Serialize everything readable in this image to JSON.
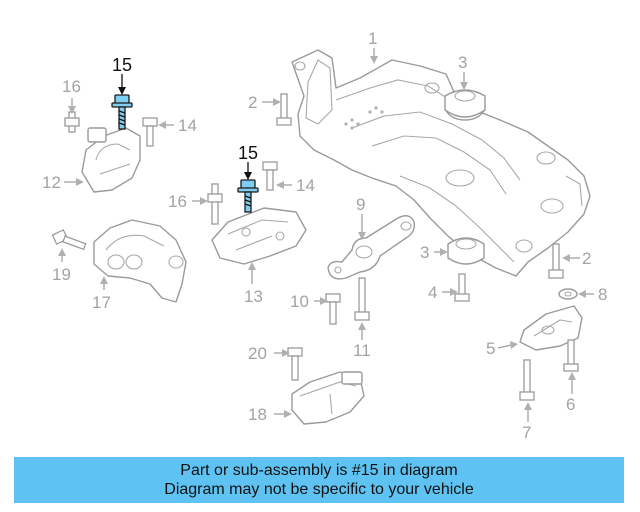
{
  "callouts": {
    "c1": "1",
    "c2a": "2",
    "c2b": "2",
    "c3a": "3",
    "c3b": "3",
    "c4": "4",
    "c5": "5",
    "c6": "6",
    "c7": "7",
    "c8": "8",
    "c9": "9",
    "c10": "10",
    "c11": "11",
    "c12": "12",
    "c13": "13",
    "c14a": "14",
    "c14b": "14",
    "c15a": "15",
    "c15b": "15",
    "c16a": "16",
    "c16b": "16",
    "c17": "17",
    "c18": "18",
    "c19": "19",
    "c20": "20"
  },
  "highlighted_part": "15",
  "colors": {
    "highlight_fill": "#7fcdf0",
    "banner_bg": "#5ec3f3",
    "line_gray": "#9a9a9a"
  },
  "banner": {
    "line1": "Part or sub-assembly is #15 in diagram",
    "line2": "Diagram may not be specific to your vehicle"
  }
}
